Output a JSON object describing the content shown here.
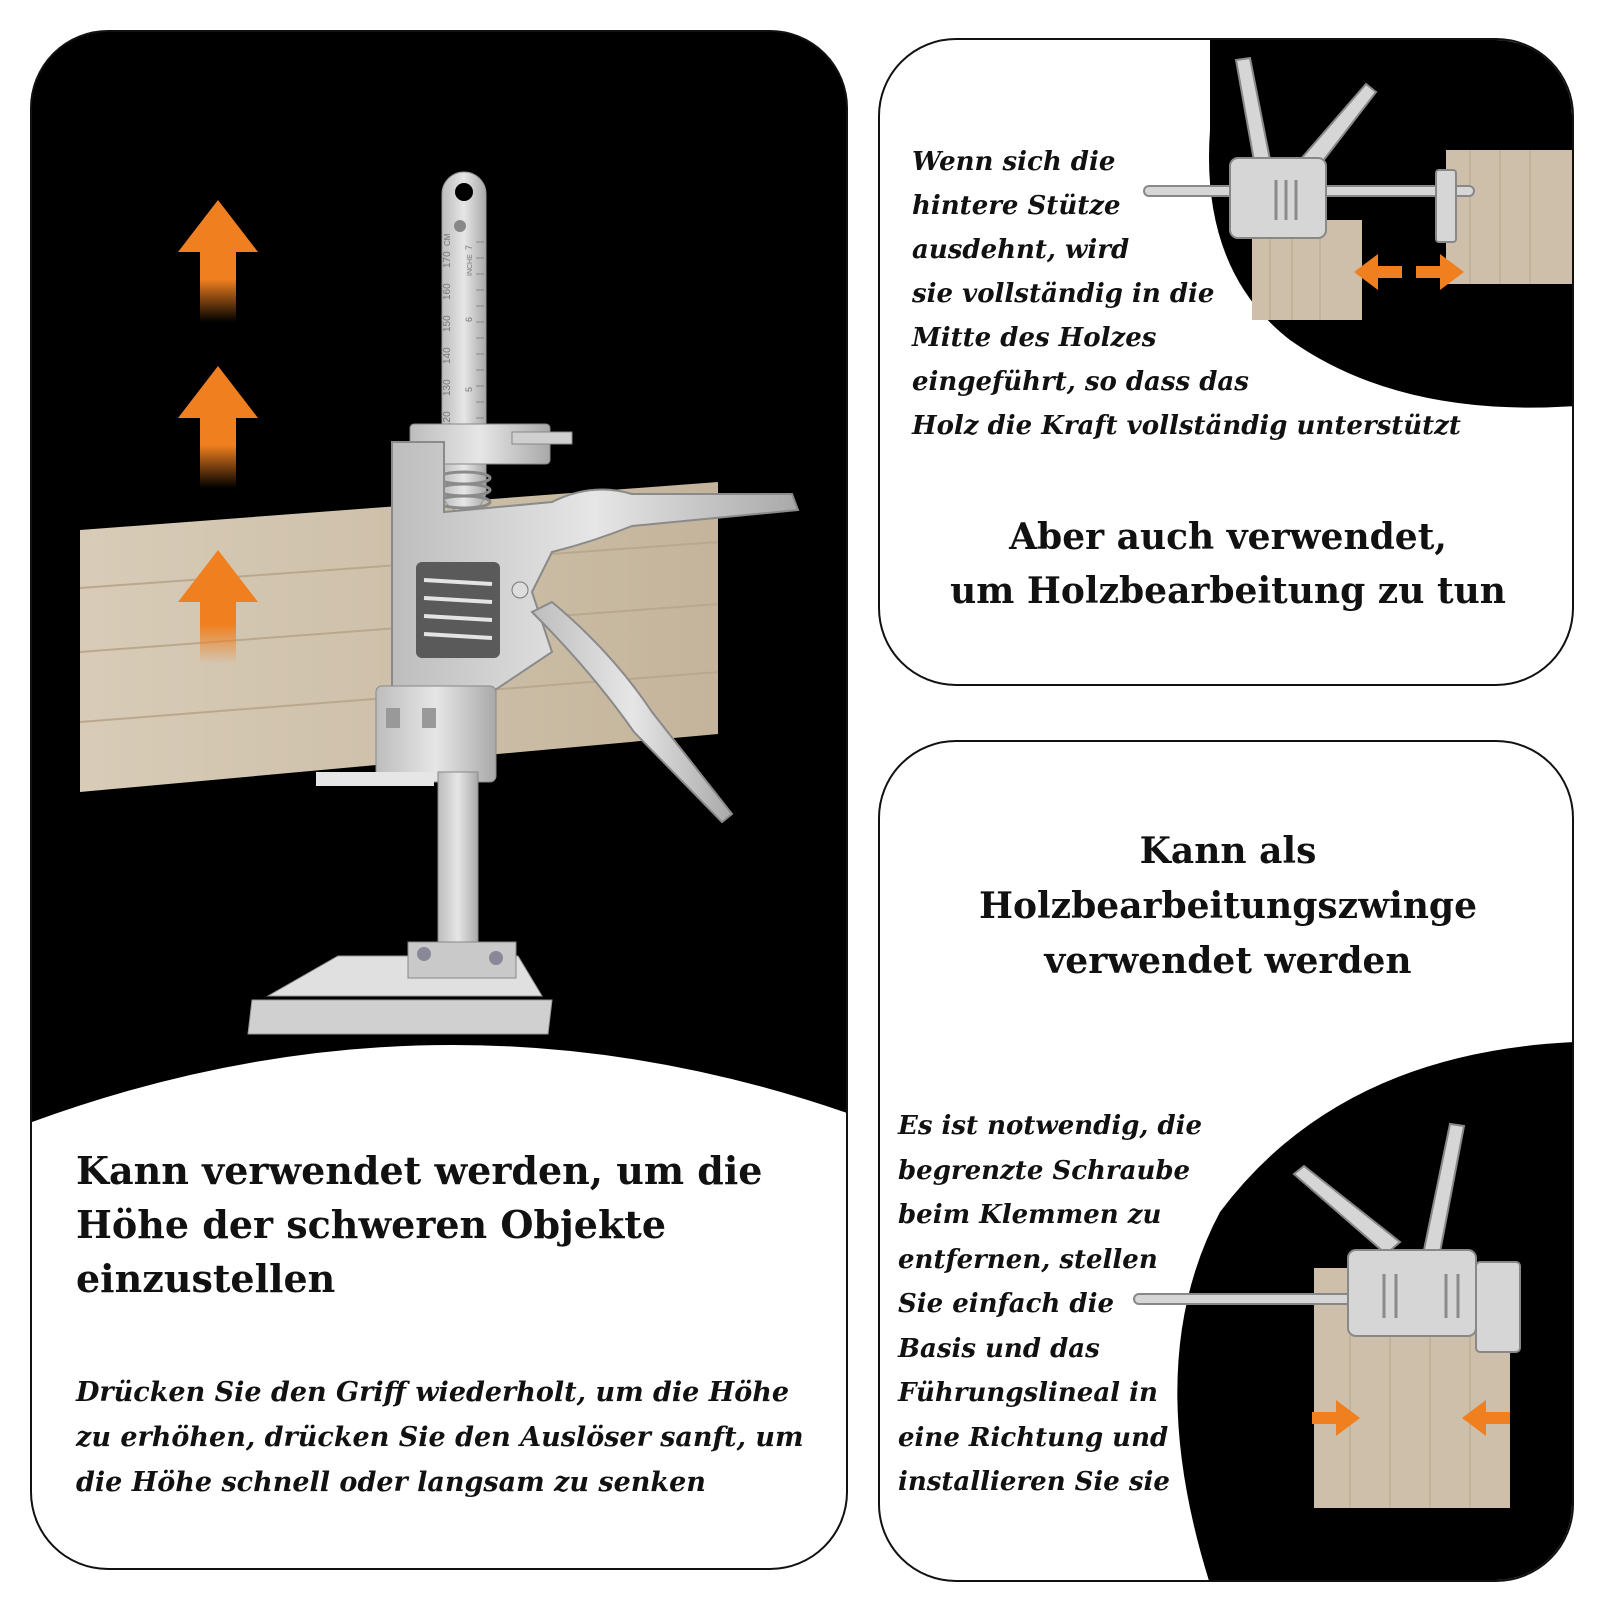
{
  "left_panel": {
    "title_lines": [
      "Kann verwendet werden, um die",
      "Höhe der schweren Objekte",
      "einzustellen"
    ],
    "description_lines": [
      "Drücken Sie den Griff wiederholt, um die Höhe",
      "zu erhöhen, drücken Sie den Auslöser sanft, um",
      "die Höhe schnell oder langsam zu senken"
    ],
    "ruler_labels": [
      "170",
      "160",
      "150",
      "140",
      "130",
      "120"
    ],
    "ruler_unit": "CM",
    "ruler_unit_inch": "INCHE",
    "ruler_inch_labels": [
      "7",
      "6",
      "5"
    ]
  },
  "top_right_panel": {
    "description_lines": [
      "Wenn sich die",
      "hintere Stütze",
      "ausdehnt, wird",
      "sie vollständig in die",
      "Mitte des Holzes",
      "eingeführt, so dass das",
      "Holz die Kraft vollständig unterstützt"
    ],
    "title_lines": [
      "Aber auch verwendet,",
      "um Holzbearbeitung zu tun"
    ]
  },
  "bottom_right_panel": {
    "title_lines": [
      "Kann als",
      "Holzbearbeitungszwinge",
      "verwendet werden"
    ],
    "description_lines": [
      "Es ist notwendig, die",
      "begrenzte Schraube",
      "beim Klemmen zu",
      "entfernen, stellen",
      "Sie einfach die",
      "Basis und das",
      "Führungslineal in",
      "eine Richtung und",
      "installieren Sie sie"
    ]
  },
  "colors": {
    "arrow_orange": "#f07f1f",
    "wood": "#cdbfa9",
    "tool_silver": "#d4d4d4",
    "background_black": "#000000"
  }
}
